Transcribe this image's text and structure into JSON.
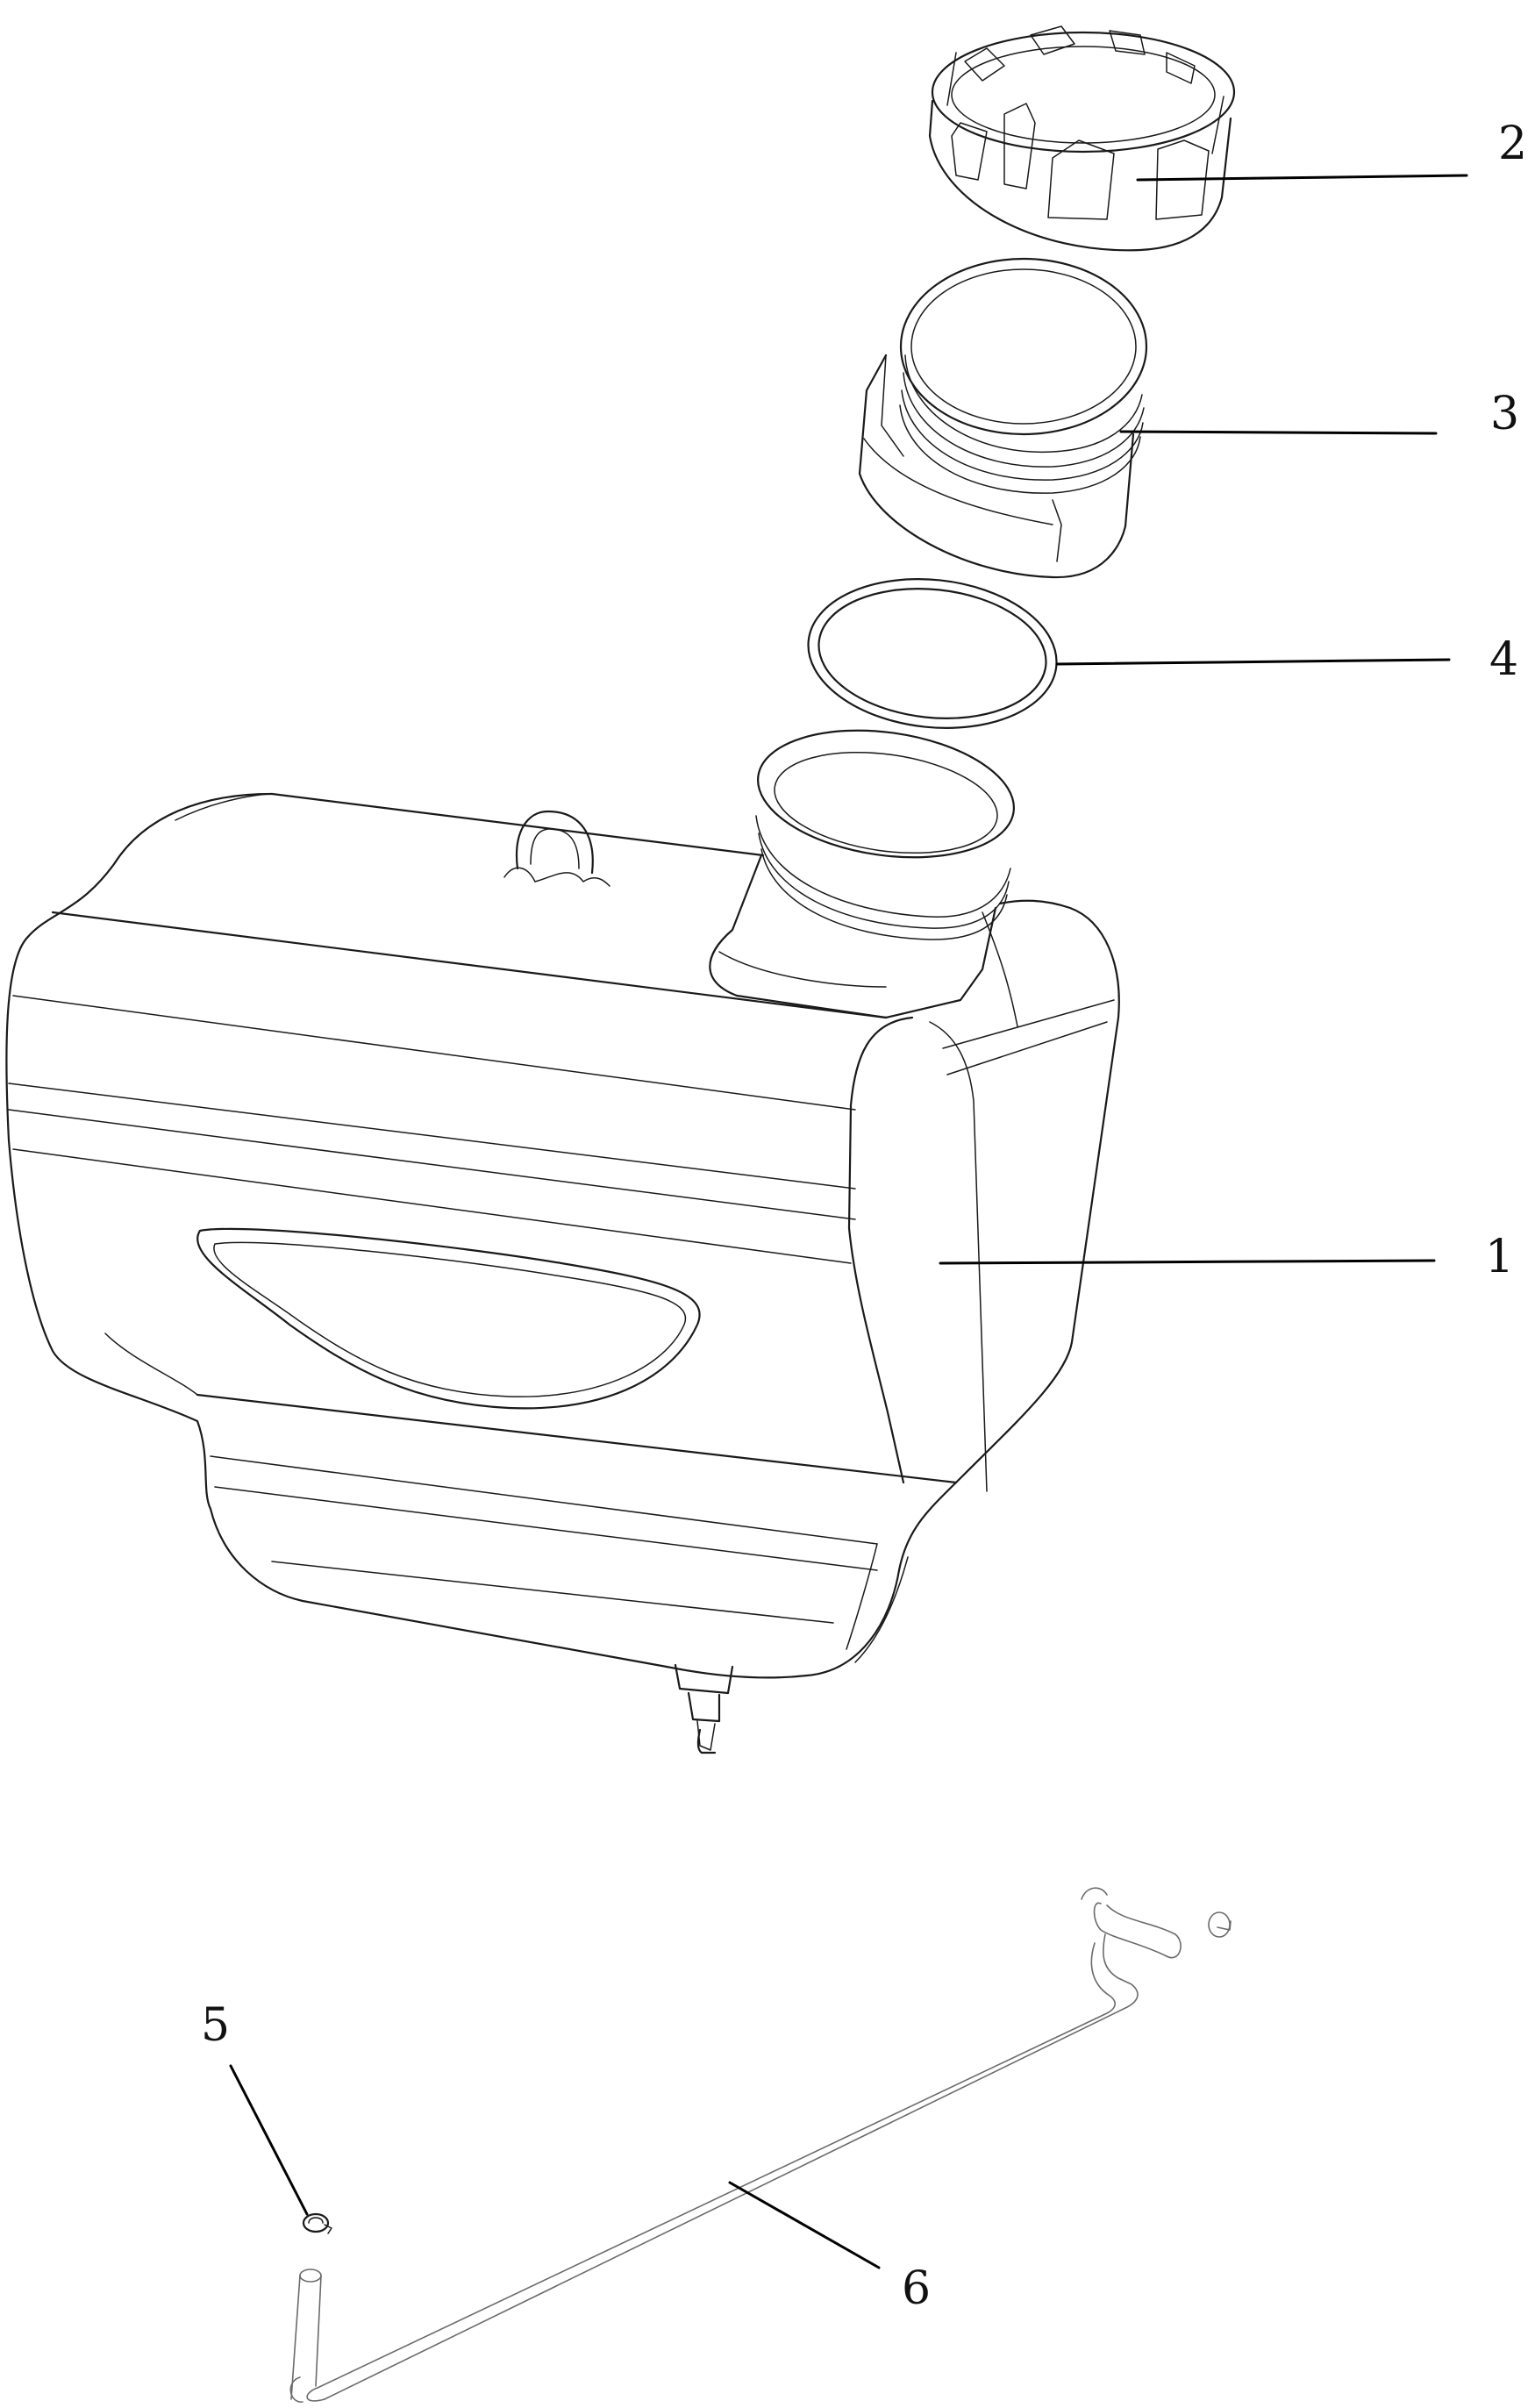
{
  "callouts": [
    {
      "id": "1",
      "label": "1"
    },
    {
      "id": "2",
      "label": "2"
    },
    {
      "id": "3",
      "label": "3"
    },
    {
      "id": "4",
      "label": "4"
    },
    {
      "id": "5",
      "label": "5"
    },
    {
      "id": "6",
      "label": "6"
    }
  ],
  "colors": {
    "line": "#1a1a1a",
    "leader": "#000000",
    "hose": "#6b6b6b",
    "background": "#ffffff"
  }
}
